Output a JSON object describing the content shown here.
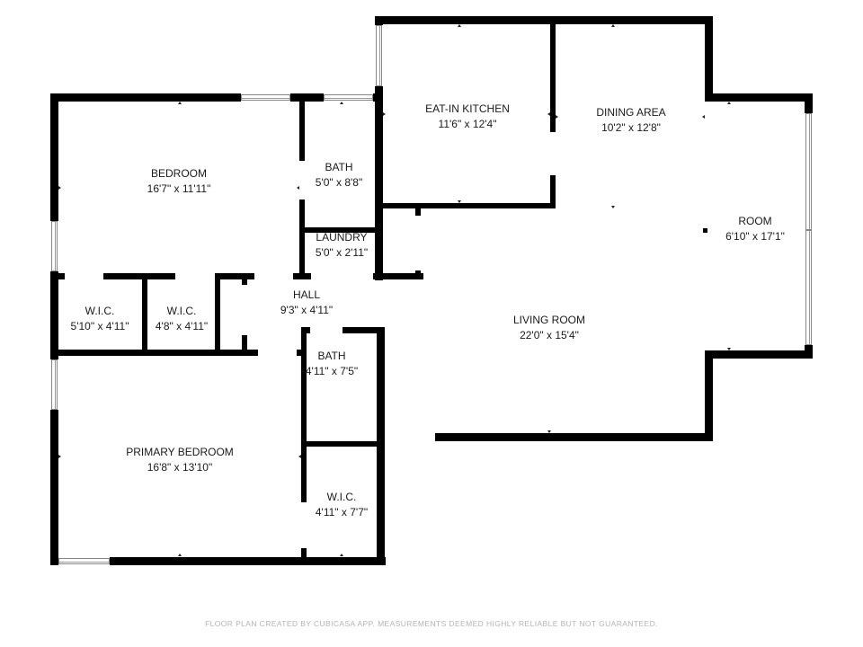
{
  "rooms": [
    {
      "name": "BEDROOM",
      "dimensions": "16'7\" x 11'11\""
    },
    {
      "name": "BATH",
      "dimensions": "5'0\" x 8'8\""
    },
    {
      "name": "LAUNDRY",
      "dimensions": "5'0\" x 2'11\""
    },
    {
      "name": "EAT-IN KITCHEN",
      "dimensions": "11'6\" x 12'4\""
    },
    {
      "name": "DINING AREA",
      "dimensions": "10'2\" x 12'8\""
    },
    {
      "name": "ROOM",
      "dimensions": "6'10\" x 17'1\""
    },
    {
      "name": "W.I.C.",
      "dimensions": "5'10\" x 4'11\""
    },
    {
      "name": "W.I.C.",
      "dimensions": "4'8\" x 4'11\""
    },
    {
      "name": "HALL",
      "dimensions": "9'3\" x 4'11\""
    },
    {
      "name": "LIVING ROOM",
      "dimensions": "22'0\" x 15'4\""
    },
    {
      "name": "BATH",
      "dimensions": "4'11\" x 7'5\""
    },
    {
      "name": "PRIMARY BEDROOM",
      "dimensions": "16'8\" x 13'10\""
    },
    {
      "name": "W.I.C.",
      "dimensions": "4'11\" x 7'7\""
    }
  ],
  "footer": {
    "text": "FLOOR PLAN CREATED BY CUBICASA APP. MEASUREMENTS DEEMED HIGHLY RELIABLE BUT NOT GUARANTEED."
  },
  "colors": {
    "wall": "#000000",
    "background": "#ffffff",
    "label": "#1a1a1a",
    "footer": "#b4b4b4"
  }
}
